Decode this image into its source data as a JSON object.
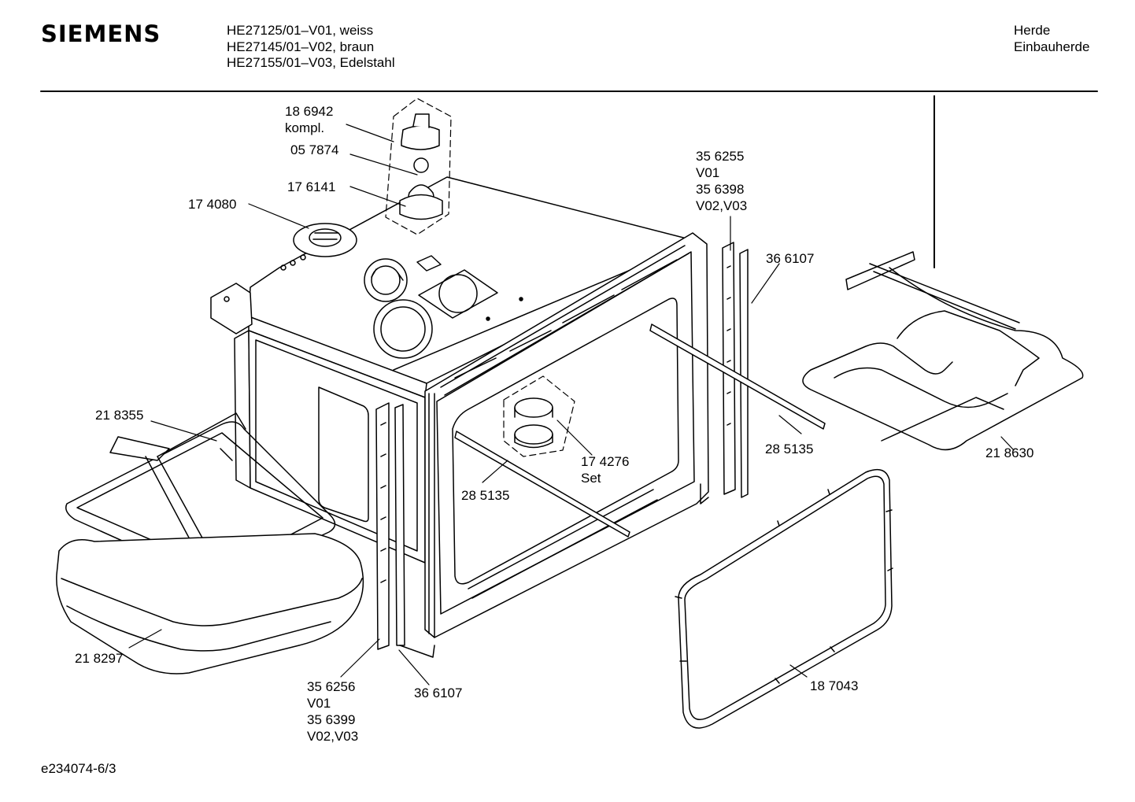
{
  "header": {
    "brand": "SIEMENS",
    "models": [
      "HE27125/01–V01, weiss",
      "HE27145/01–V02, braun",
      "HE27155/01–V03, Edelstahl"
    ],
    "category": [
      "Herde",
      "Einbauherde"
    ]
  },
  "parts": {
    "p186942": [
      "18 6942",
      "kompl."
    ],
    "p057874": [
      "05 7874"
    ],
    "p176141": [
      "17 6141"
    ],
    "p174080": [
      "17 4080"
    ],
    "p356255": [
      "35 6255",
      "V01",
      "35 6398",
      "V02,V03"
    ],
    "p366107_top": [
      "36 6107"
    ],
    "p218355": [
      "21 8355"
    ],
    "p174276": [
      "17 4276",
      "Set"
    ],
    "p285135_left": [
      "28 5135"
    ],
    "p285135_right": [
      "28 5135"
    ],
    "p218630": [
      "21 8630"
    ],
    "p218297": [
      "21 8297"
    ],
    "p356256": [
      "35 6256",
      "V01",
      "35 6399",
      "V02,V03"
    ],
    "p366107_bottom": [
      "36 6107"
    ],
    "p187043": [
      "18 7043"
    ]
  },
  "footer": {
    "drawing_id": "e234074-6/3"
  }
}
